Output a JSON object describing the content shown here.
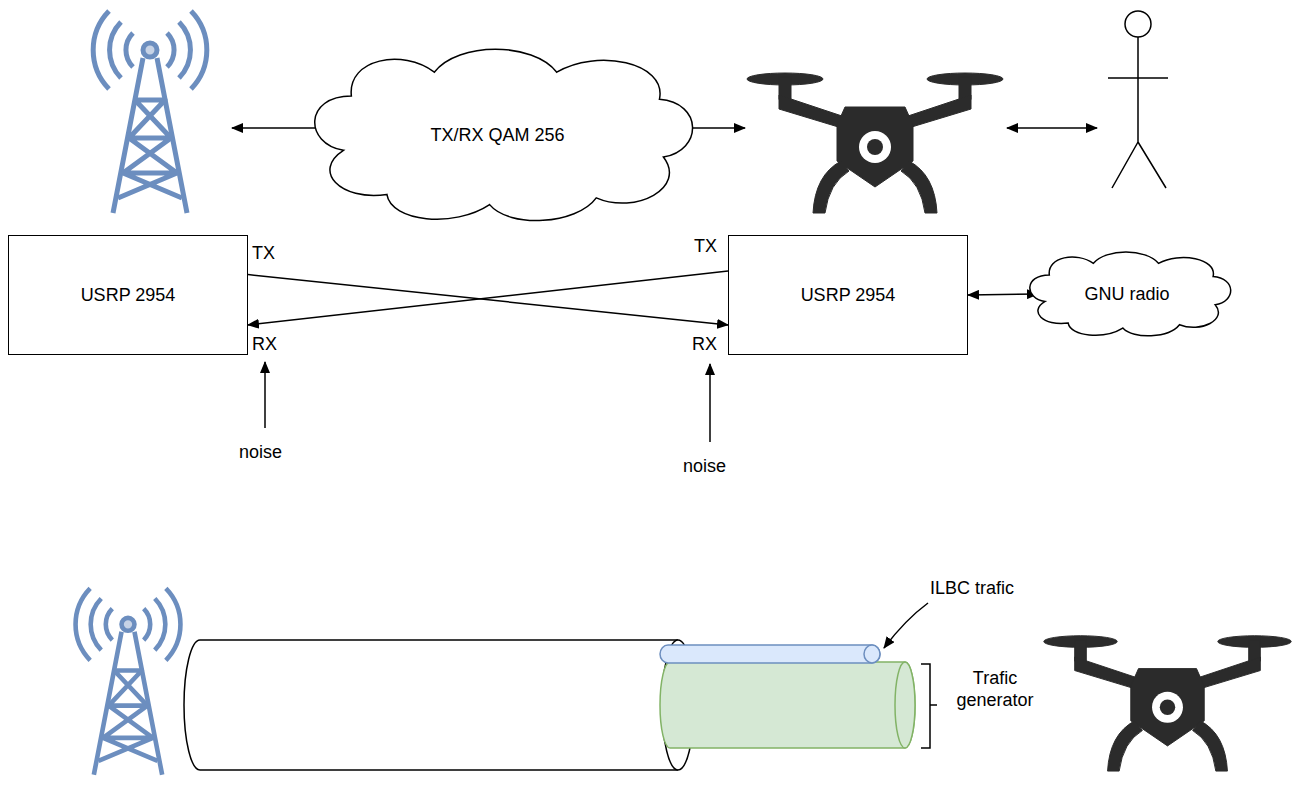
{
  "diagram": {
    "nodes": [
      {
        "text": [
          "TX/RX QAM 256"
        ]
      },
      {
        "text": [
          "USRP 2954"
        ]
      },
      {
        "text": [
          "USRP 2954"
        ]
      },
      {
        "text": [
          "GNU radio"
        ]
      }
    ],
    "edges": [
      {
        "from": 1,
        "to": 2,
        "arrow": "to"
      },
      {
        "from": 2,
        "to": 1,
        "arrow": "to"
      },
      {
        "from": 2,
        "to": 3,
        "arrow": "both"
      }
    ],
    "labels": [
      "TX",
      "RX",
      "TX",
      "RX",
      "noise",
      "noise",
      "ILBC trafic",
      "Trafic generator"
    ]
  }
}
